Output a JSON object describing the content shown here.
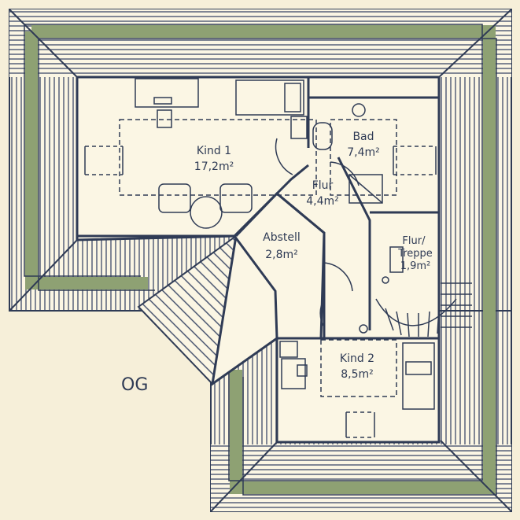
{
  "floor_label": "OG",
  "rooms": [
    {
      "name": "Kind 1",
      "area": "17,2m²"
    },
    {
      "name": "Bad",
      "area": "7,4m²"
    },
    {
      "name": "Flur",
      "area": "4,4m²"
    },
    {
      "name": "Abstell",
      "area": "2,8m²"
    },
    {
      "name": "Flur/\nTreppe",
      "area": "1,9m²"
    },
    {
      "name": "Kind 2",
      "area": "8,5m²"
    }
  ],
  "colors": {
    "background": "#f6efd9",
    "paper": "#fbf6e4",
    "ink": "#2f3b55",
    "roof_band": "#8ea173",
    "roof_lines": "#3d4a68"
  }
}
